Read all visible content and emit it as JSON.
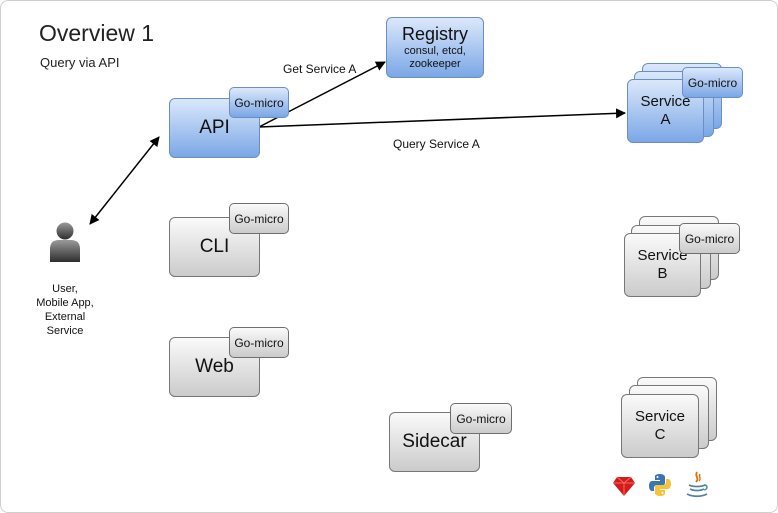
{
  "title": "Overview 1",
  "subtitle": "Query via API",
  "user": {
    "line1": "User,",
    "line2": "Mobile App,",
    "line3": "External",
    "line4": "Service"
  },
  "api": {
    "label": "API",
    "tag": "Go-micro"
  },
  "cli": {
    "label": "CLI",
    "tag": "Go-micro"
  },
  "web": {
    "label": "Web",
    "tag": "Go-micro"
  },
  "sidecar": {
    "label": "Sidecar",
    "tag": "Go-micro"
  },
  "registry": {
    "title": "Registry",
    "line1": "consul, etcd,",
    "line2": "zookeeper"
  },
  "service_a": {
    "line1": "Service",
    "line2": "A",
    "tag": "Go-micro"
  },
  "service_b": {
    "line1": "Service",
    "line2": "B",
    "tag": "Go-micro"
  },
  "service_c": {
    "line1": "Service",
    "line2": "C"
  },
  "edges": {
    "get_service": "Get Service A",
    "query_service": "Query Service A"
  },
  "language_icons": [
    "ruby-icon",
    "python-icon",
    "java-icon"
  ],
  "colors": {
    "blue_top": "#dbe8fb",
    "blue_bottom": "#7ba7e6",
    "gray_top": "#fafafa",
    "gray_bottom": "#cbcbcb"
  }
}
